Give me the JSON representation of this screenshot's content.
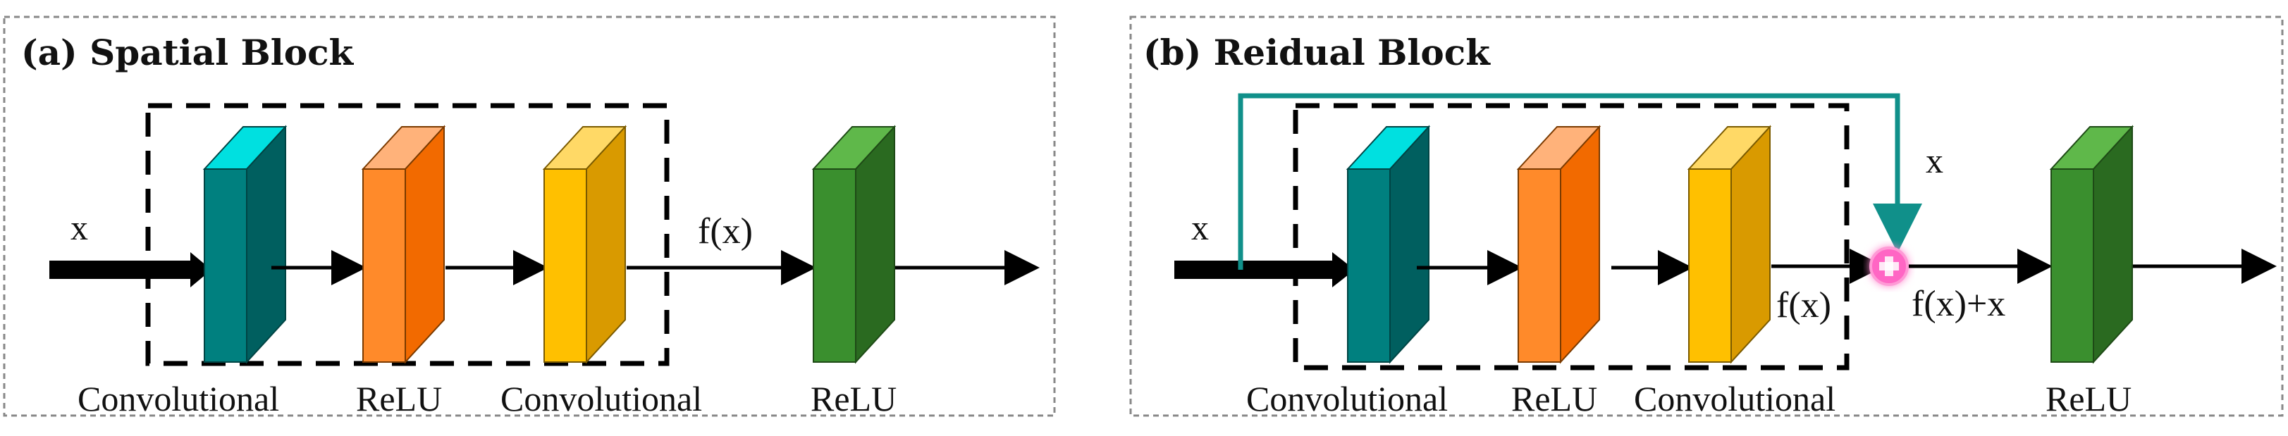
{
  "panel_a": {
    "title": "(a) Spatial Block",
    "input_label": "x",
    "output_label": "f(x)",
    "block_labels": [
      "Convolutional",
      "ReLU",
      "Convolutional",
      "ReLU"
    ]
  },
  "panel_b": {
    "title": "(b) Reidual Block",
    "input_label": "x",
    "skip_label": "x",
    "fx_label": "f(x)",
    "sum_label": "f(x)+x",
    "block_labels": [
      "Convolutional",
      "ReLU",
      "Convolutional",
      "ReLU"
    ]
  },
  "colors": {
    "conv_front": "#00807f",
    "conv_top": "#00e0e0",
    "conv_side": "#005f5f",
    "relu_front": "#ff8a2a",
    "relu_top": "#ffb27a",
    "relu_side": "#f26a00",
    "conv2_front": "#ffc000",
    "conv2_top": "#ffd966",
    "conv2_side": "#d99a00",
    "relu_out_front": "#3a8f2e",
    "relu_out_top": "#5fb84a",
    "relu_out_side": "#2a6a20",
    "skip_line": "#10908a",
    "sum_node": "#ff66c4",
    "sum_glow": "#ff9ad6"
  },
  "icons": {
    "sum_node": "plus-circle-icon",
    "arrow": "arrow-right-icon"
  }
}
